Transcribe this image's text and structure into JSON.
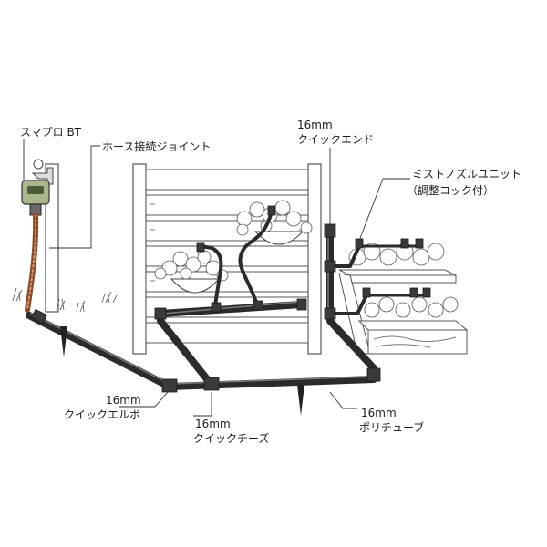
{
  "labels": {
    "controller": "スマプロ BT",
    "hose_joint": "ホース接続ジョイント",
    "end_size": "16mm",
    "end_name": "クイックエンド",
    "mist_line1": "ミストノズルユニット",
    "mist_line2": "（調整コック付）",
    "elbow_size": "16mm",
    "elbow_name": "クイックエルボ",
    "tee_size": "16mm",
    "tee_name": "クイックチーズ",
    "tube_size": "16mm",
    "tube_name": "ポリチューブ"
  },
  "colors": {
    "pipe": "#2b2b2b",
    "hose": "#8a4a2a",
    "controller": "#a8b88a"
  },
  "icons": [
    "faucet-icon",
    "controller-icon",
    "hanging-basket-icon",
    "mist-nozzle-icon",
    "ground-stake-icon"
  ]
}
